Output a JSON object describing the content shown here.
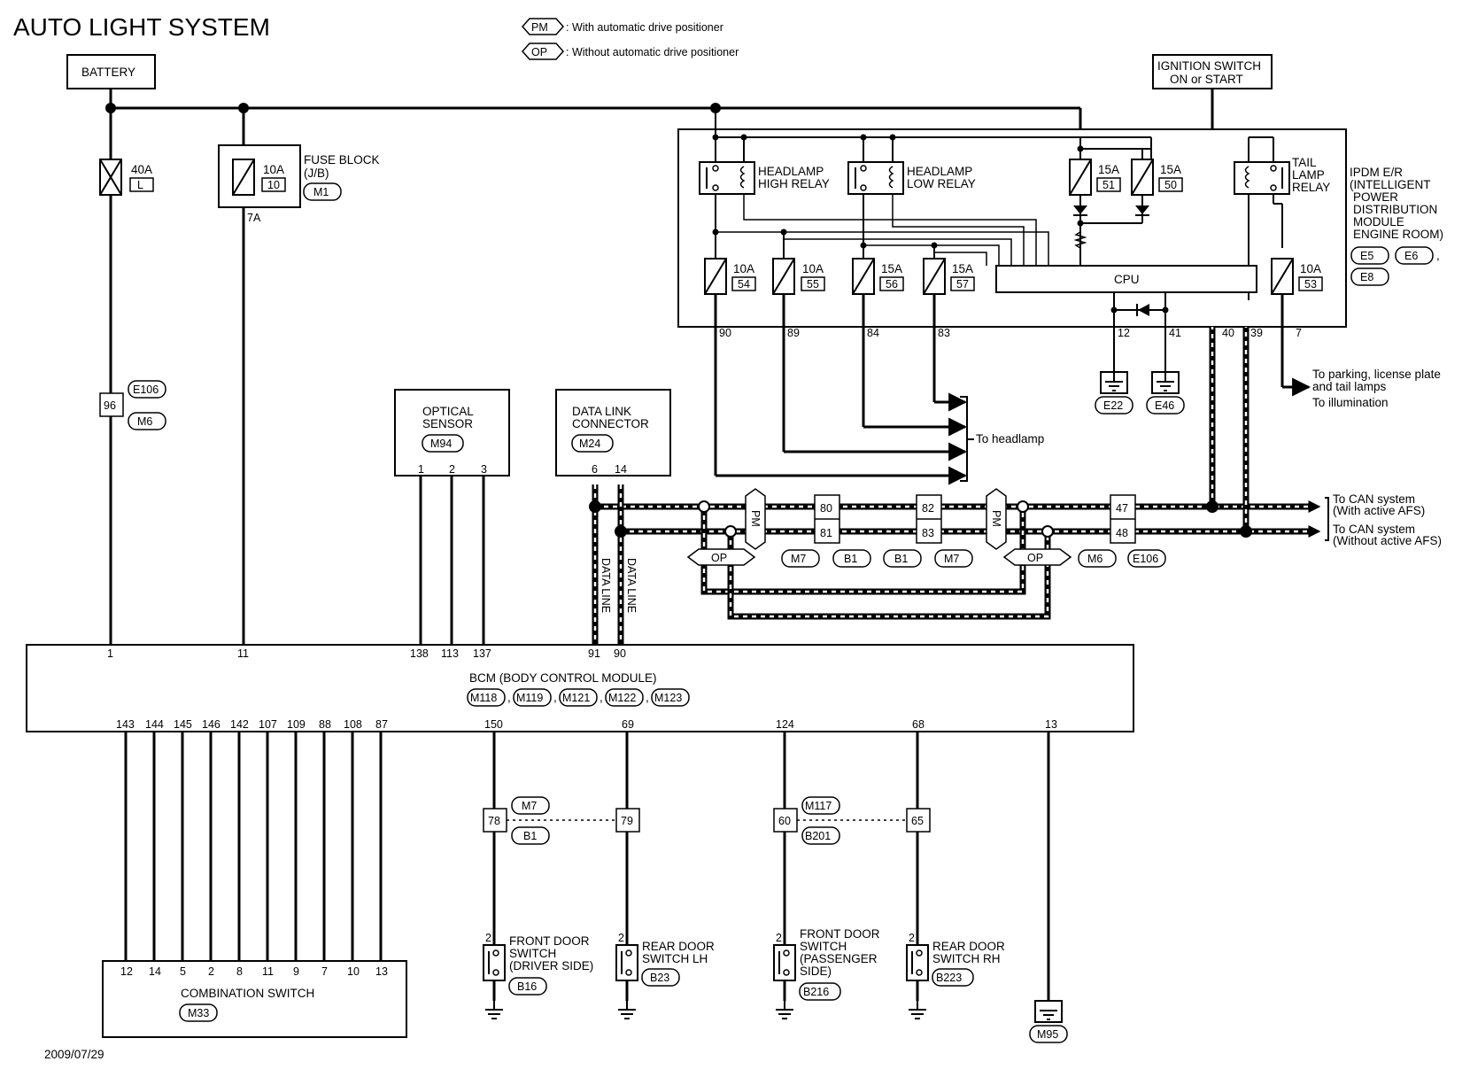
{
  "title": "AUTO LIGHT SYSTEM",
  "date": "2009/07/29",
  "legend": {
    "pm_tag": "PM",
    "pm_text": ": With automatic drive positioner",
    "op_tag": "OP",
    "op_text": ": Without automatic drive positioner"
  },
  "battery": "BATTERY",
  "ignition": {
    "line1": "IGNITION SWITCH",
    "line2": "ON or START"
  },
  "fuse_40a": {
    "amp": "40A",
    "id": "L"
  },
  "fuse_block": {
    "amp": "10A",
    "id": "10",
    "label1": "FUSE BLOCK",
    "label2": "(J/B)",
    "conn": "M1",
    "pin": "7A"
  },
  "joint_96": {
    "pin": "96",
    "c1": "E106",
    "c2": "M6"
  },
  "ipdm": {
    "label": [
      "IPDM E/R",
      "(INTELLIGENT",
      "POWER",
      "DISTRIBUTION",
      "MODULE",
      "ENGINE ROOM)"
    ],
    "conns": [
      "E5",
      "E6",
      "E8"
    ],
    "sep": ",",
    "hi_relay": [
      "HEADLAMP",
      "HIGH RELAY"
    ],
    "lo_relay": [
      "HEADLAMP",
      "LOW RELAY"
    ],
    "tail_relay": [
      "TAIL",
      "LAMP",
      "RELAY"
    ],
    "cpu": "CPU",
    "fuses": [
      {
        "amp": "15A",
        "id": "51"
      },
      {
        "amp": "15A",
        "id": "50"
      },
      {
        "amp": "10A",
        "id": "54"
      },
      {
        "amp": "10A",
        "id": "55"
      },
      {
        "amp": "15A",
        "id": "56"
      },
      {
        "amp": "15A",
        "id": "57"
      },
      {
        "amp": "10A",
        "id": "53"
      }
    ],
    "pins": [
      "90",
      "89",
      "84",
      "83",
      "12",
      "41",
      "40",
      "39",
      "7"
    ]
  },
  "grounds": [
    "E22",
    "E46",
    "M95"
  ],
  "parking": [
    "To parking, license plate",
    "and tail lamps",
    "To illumination"
  ],
  "headlamp": "To headlamp",
  "optical": {
    "line1": "OPTICAL",
    "line2": "SENSOR",
    "conn": "M94",
    "pins": [
      "1",
      "2",
      "3"
    ]
  },
  "dlc": {
    "line1": "DATA LINK",
    "line2": "CONNECTOR",
    "conn": "M24",
    "pins": [
      "6",
      "14"
    ],
    "data_line": "DATA LINE"
  },
  "can": {
    "pm": "PM",
    "op": "OP",
    "pins_a": [
      "80",
      "81"
    ],
    "pins_b": [
      "82",
      "83"
    ],
    "pins_c": [
      "47",
      "48"
    ],
    "conns_a": [
      "M7",
      "B1"
    ],
    "conns_b": [
      "B1",
      "M7"
    ],
    "conns_c": [
      "M6",
      "E106"
    ],
    "afs1": [
      "To CAN system",
      "(With active AFS)"
    ],
    "afs2": [
      "To CAN system",
      "(Without active AFS)"
    ]
  },
  "bcm": {
    "label": "BCM (BODY CONTROL MODULE)",
    "conns": [
      "M118",
      "M119",
      "M121",
      "M122",
      "M123"
    ],
    "sep": ",",
    "top_pins": [
      "1",
      "11",
      "138",
      "113",
      "137",
      "91",
      "90"
    ],
    "bottom_pins": [
      "143",
      "144",
      "145",
      "146",
      "142",
      "107",
      "109",
      "88",
      "108",
      "87",
      "150",
      "69",
      "124",
      "68",
      "13"
    ]
  },
  "combo": {
    "label": "COMBINATION SWITCH",
    "conn": "M33",
    "pins": [
      "12",
      "14",
      "5",
      "2",
      "8",
      "11",
      "9",
      "7",
      "10",
      "13"
    ]
  },
  "door_joints": {
    "left": {
      "p1": "78",
      "p2": "79",
      "c1": "M7",
      "c2": "B1"
    },
    "right": {
      "p1": "60",
      "p2": "65",
      "c1": "M117",
      "c2": "B201"
    }
  },
  "door_switches": [
    {
      "lines": [
        "FRONT DOOR",
        "SWITCH",
        "(DRIVER SIDE)"
      ],
      "pin": "2",
      "conn": "B16"
    },
    {
      "lines": [
        "REAR DOOR",
        "SWITCH LH"
      ],
      "pin": "2",
      "conn": "B23"
    },
    {
      "lines": [
        "FRONT DOOR",
        "SWITCH",
        "(PASSENGER",
        "SIDE)"
      ],
      "pin": "2",
      "conn": "B216"
    },
    {
      "lines": [
        "REAR DOOR",
        "SWITCH RH"
      ],
      "pin": "2",
      "conn": "B223"
    }
  ]
}
